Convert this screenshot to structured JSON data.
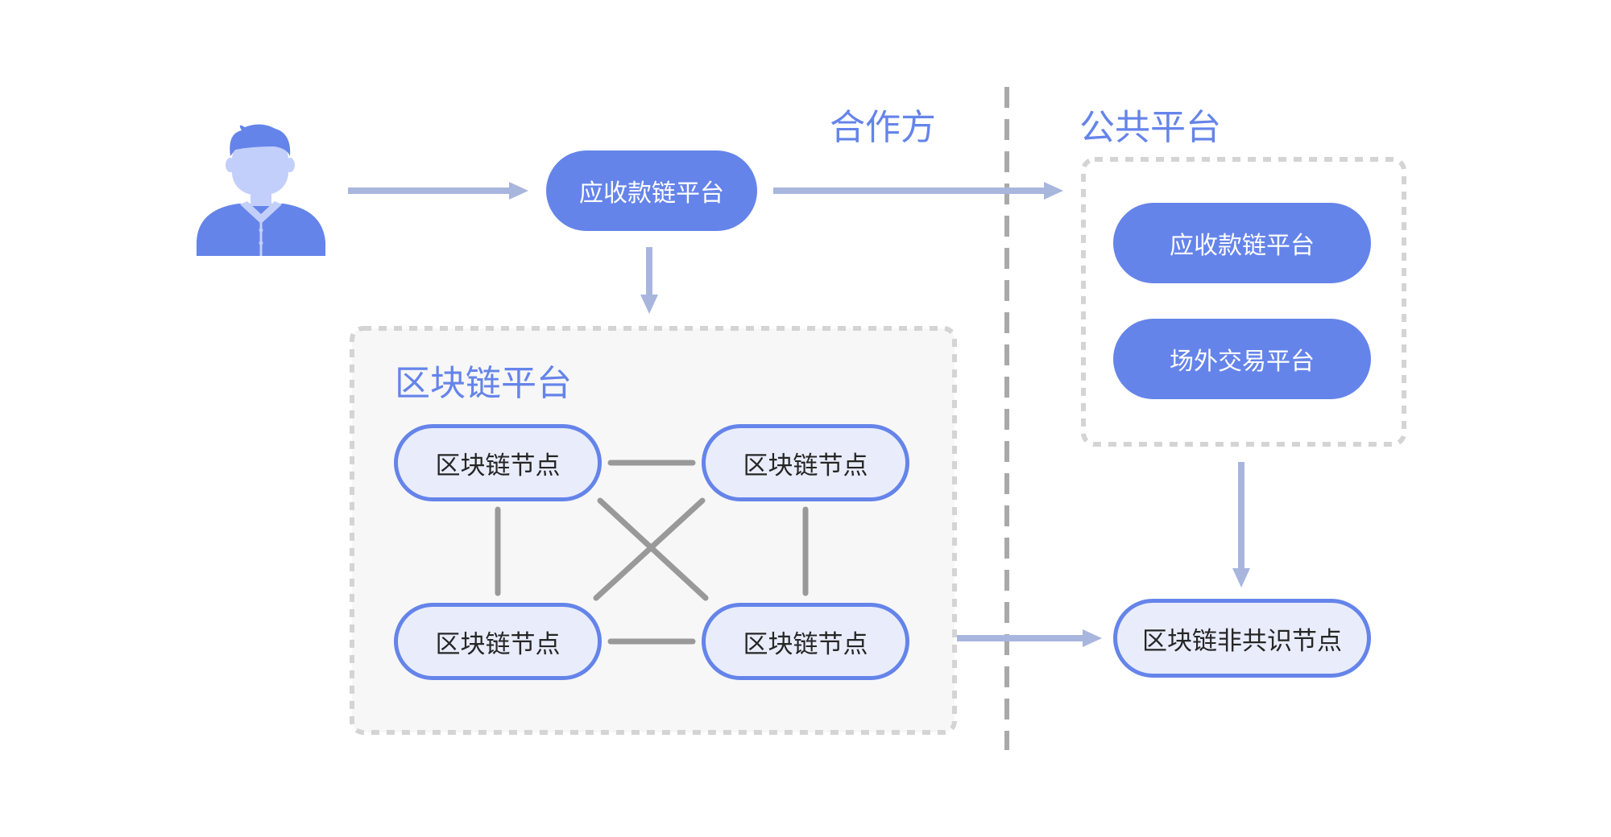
{
  "regions": {
    "partner_label": "合作方",
    "public_label": "公共平台",
    "blockchain_platform_label": "区块链平台"
  },
  "nodes": {
    "receivables_platform_partner": "应收款链平台",
    "receivables_platform_public": "应收款链平台",
    "otc_platform": "场外交易平台",
    "blockchain_node_top_left": "区块链节点",
    "blockchain_node_top_right": "区块链节点",
    "blockchain_node_bottom_left": "区块链节点",
    "blockchain_node_bottom_right": "区块链节点",
    "non_consensus_node": "区块链非共识节点"
  },
  "colors": {
    "primary": "#6584ea",
    "node_fill": "#e9edfb",
    "arrow": "#a8b6de",
    "connector": "#999999",
    "dashed_border": "#d4d4d4",
    "divider": "#a9a9a9",
    "platform_fill": "#f7f7f7",
    "user_light": "#c3cffb"
  },
  "icons": {
    "user": "user-avatar-icon"
  }
}
